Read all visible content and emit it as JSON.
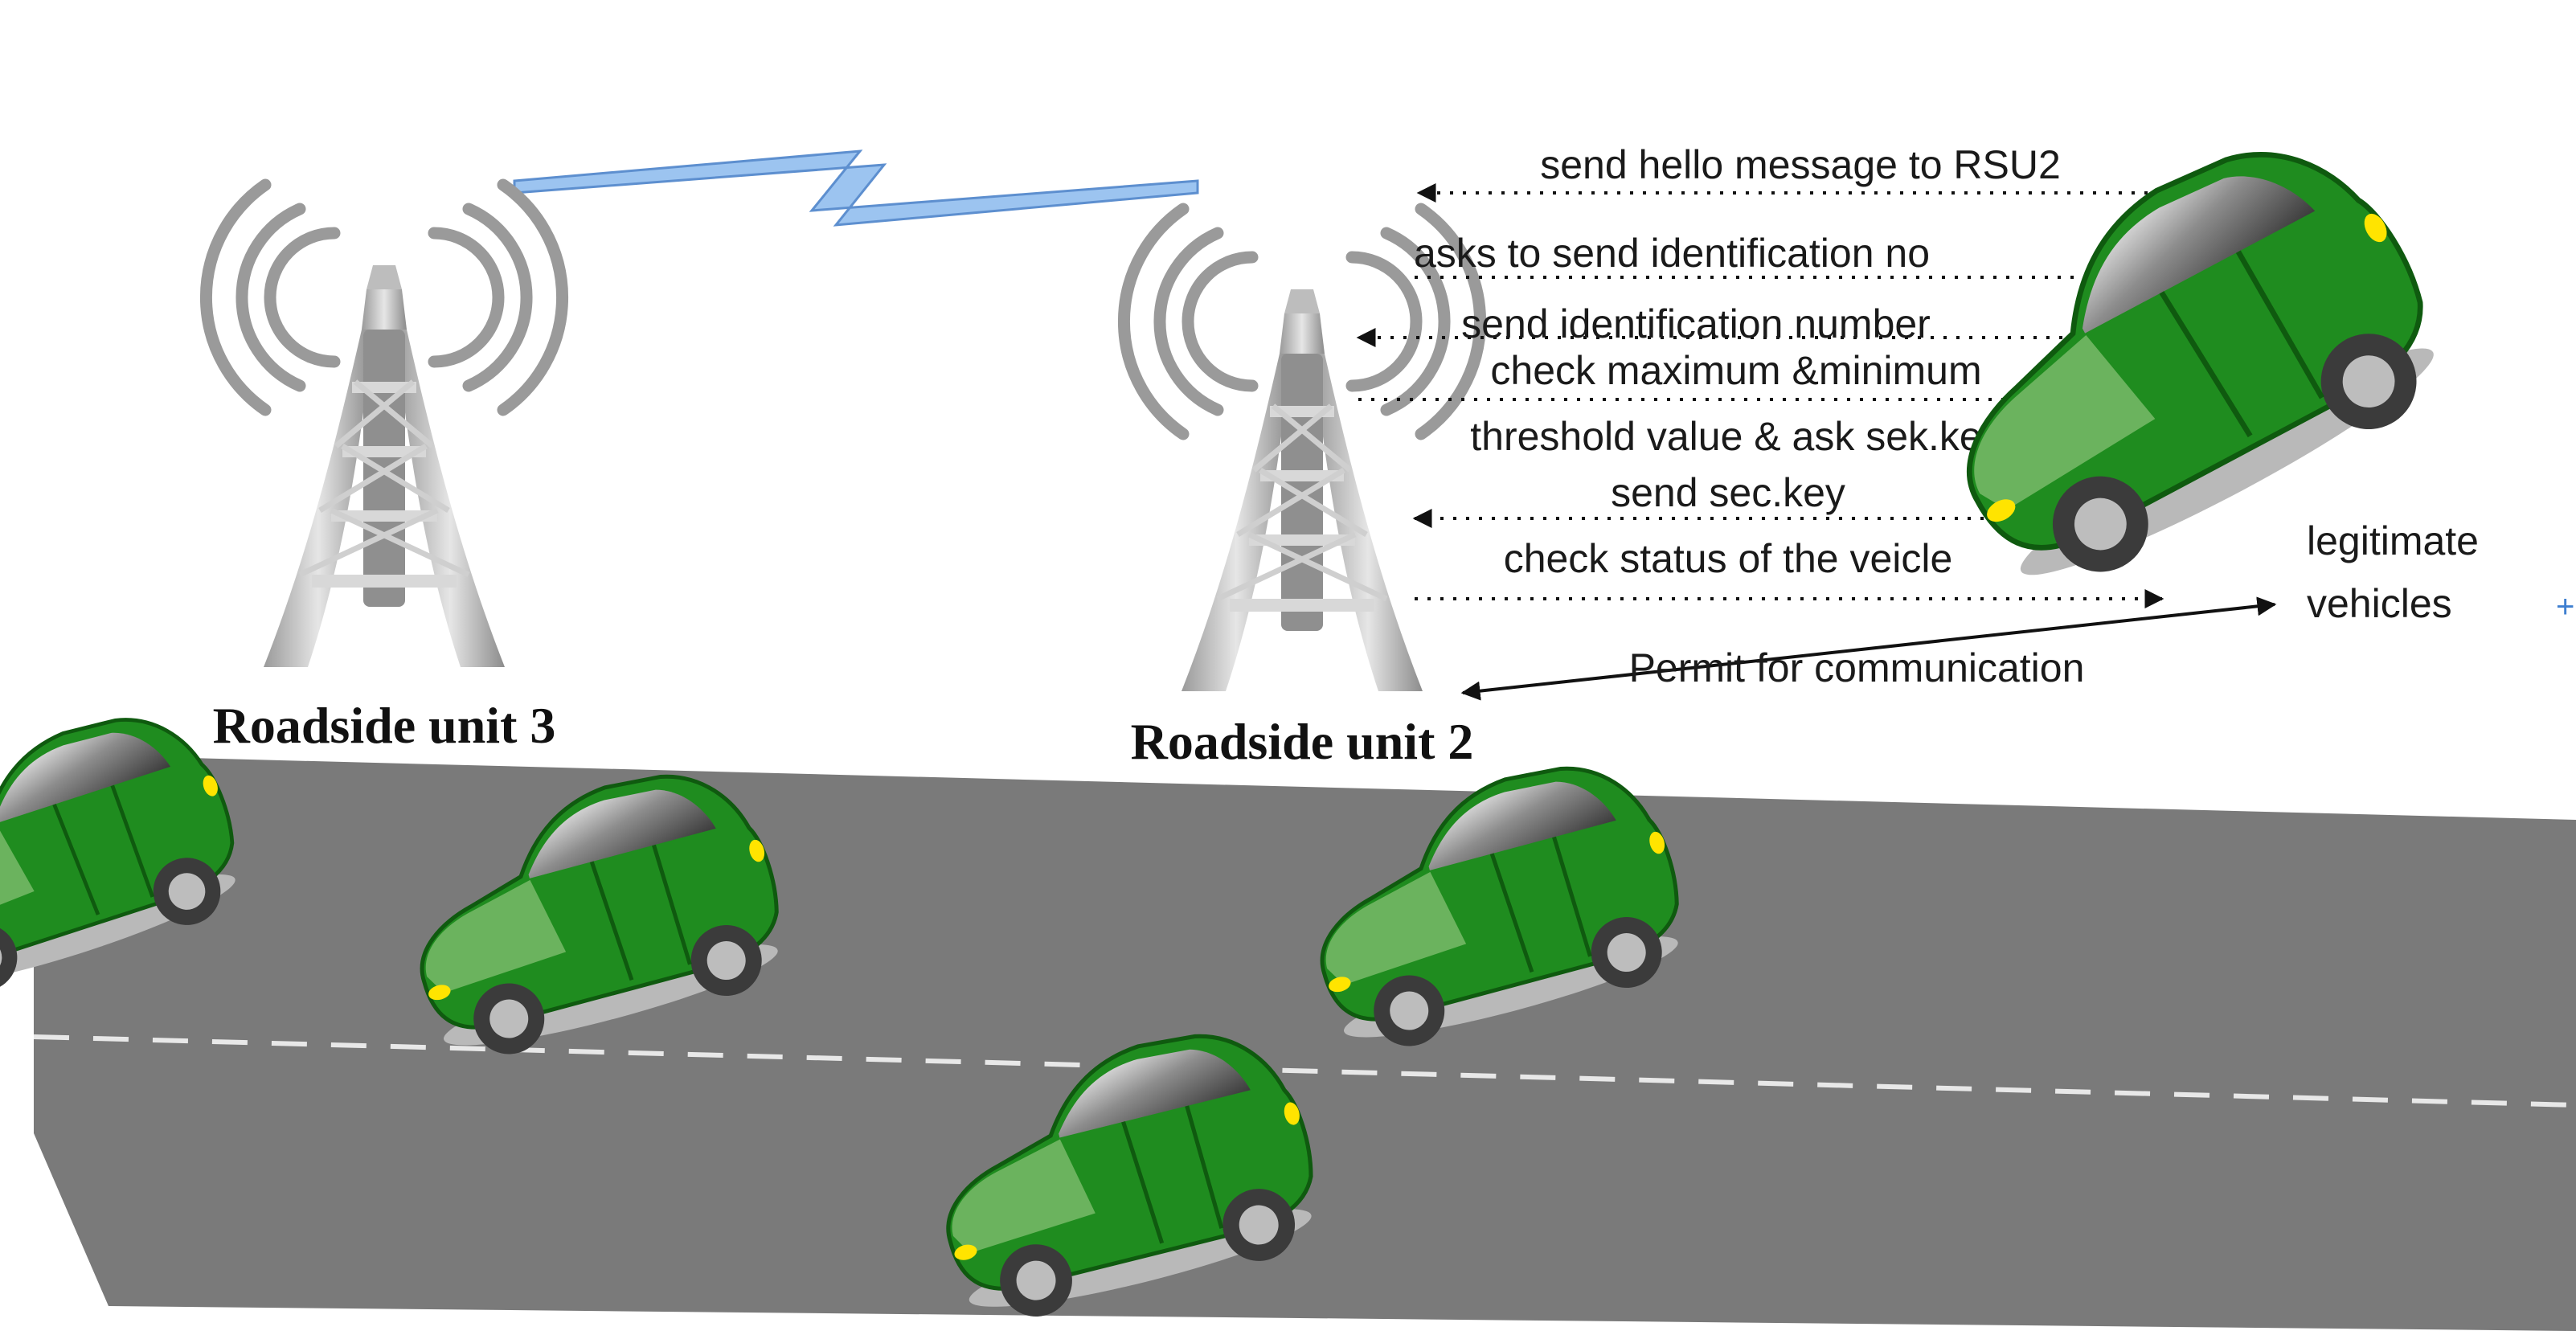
{
  "diagram": {
    "nodes": {
      "rsu3": {
        "label": "Roadside unit 3"
      },
      "rsu2": {
        "label": "Roadside unit 2"
      },
      "legit": {
        "label_line1": "legitimate",
        "label_line2": "vehicles"
      }
    },
    "messages": [
      {
        "text": "send hello message to RSU2",
        "direction": "vehicle-to-rsu"
      },
      {
        "text": "asks to send identification no",
        "direction": "rsu-to-vehicle"
      },
      {
        "text": "send identification number",
        "direction": "vehicle-to-rsu"
      },
      {
        "text": "check maximum &minimum",
        "direction": "rsu-to-vehicle"
      },
      {
        "text": "threshold value & ask sek.key",
        "direction": "rsu-to-vehicle"
      },
      {
        "text": "send sec.key",
        "direction": "vehicle-to-rsu"
      },
      {
        "text": "check status of the veicle",
        "direction": "rsu-to-vehicle"
      }
    ],
    "permit": {
      "text": "Permit for communication",
      "direction": "both"
    },
    "colors": {
      "car_body": "#1f8c1f",
      "car_glass": "#6bb35e",
      "road": "#7a7a7a",
      "tower": "#c8c8c8",
      "link": "#7fb0e8"
    }
  }
}
